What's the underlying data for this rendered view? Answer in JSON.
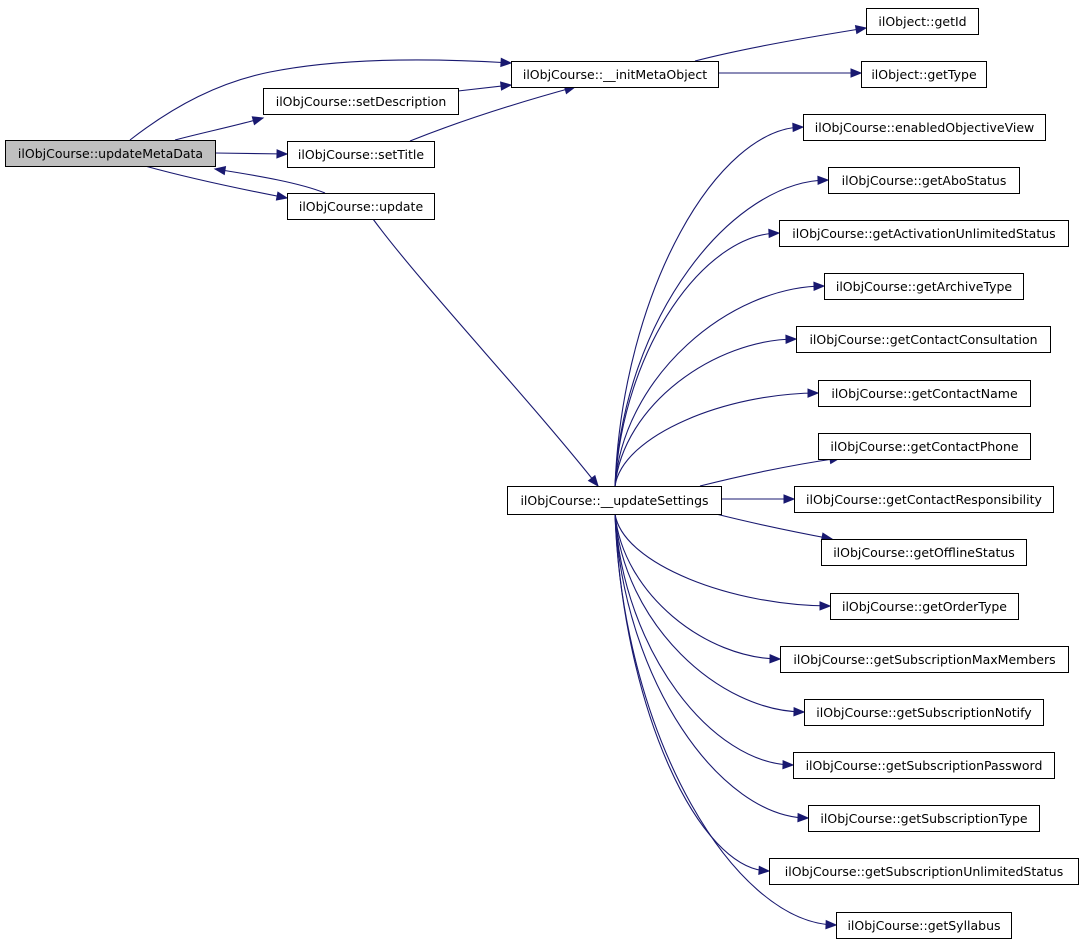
{
  "colors": {
    "edge": "#191970",
    "root_fill": "#bfbfbf",
    "node_fill": "#ffffff",
    "node_border": "#000000"
  },
  "nodes": [
    {
      "id": "updateMetaData",
      "label": "ilObjCourse::updateMetaData",
      "root": true
    },
    {
      "id": "initMetaObject",
      "label": "ilObjCourse::__initMetaObject"
    },
    {
      "id": "setDescription",
      "label": "ilObjCourse::setDescription"
    },
    {
      "id": "setTitle",
      "label": "ilObjCourse::setTitle"
    },
    {
      "id": "update",
      "label": "ilObjCourse::update"
    },
    {
      "id": "getId",
      "label": "ilObject::getId"
    },
    {
      "id": "getType",
      "label": "ilObject::getType"
    },
    {
      "id": "updateSettings",
      "label": "ilObjCourse::__updateSettings"
    },
    {
      "id": "enabledObjectiveView",
      "label": "ilObjCourse::enabledObjectiveView"
    },
    {
      "id": "getAboStatus",
      "label": "ilObjCourse::getAboStatus"
    },
    {
      "id": "getActivationUnlimitedStatus",
      "label": "ilObjCourse::getActivationUnlimitedStatus"
    },
    {
      "id": "getArchiveType",
      "label": "ilObjCourse::getArchiveType"
    },
    {
      "id": "getContactConsultation",
      "label": "ilObjCourse::getContactConsultation"
    },
    {
      "id": "getContactName",
      "label": "ilObjCourse::getContactName"
    },
    {
      "id": "getContactPhone",
      "label": "ilObjCourse::getContactPhone"
    },
    {
      "id": "getContactResponsibility",
      "label": "ilObjCourse::getContactResponsibility"
    },
    {
      "id": "getOfflineStatus",
      "label": "ilObjCourse::getOfflineStatus"
    },
    {
      "id": "getOrderType",
      "label": "ilObjCourse::getOrderType"
    },
    {
      "id": "getSubscriptionMaxMembers",
      "label": "ilObjCourse::getSubscriptionMaxMembers"
    },
    {
      "id": "getSubscriptionNotify",
      "label": "ilObjCourse::getSubscriptionNotify"
    },
    {
      "id": "getSubscriptionPassword",
      "label": "ilObjCourse::getSubscriptionPassword"
    },
    {
      "id": "getSubscriptionType",
      "label": "ilObjCourse::getSubscriptionType"
    },
    {
      "id": "getSubscriptionUnlimitedStatus",
      "label": "ilObjCourse::getSubscriptionUnlimitedStatus"
    },
    {
      "id": "getSyllabus",
      "label": "ilObjCourse::getSyllabus"
    }
  ],
  "edges": [
    {
      "from": "updateMetaData",
      "to": "initMetaObject"
    },
    {
      "from": "updateMetaData",
      "to": "setDescription"
    },
    {
      "from": "updateMetaData",
      "to": "setTitle"
    },
    {
      "from": "updateMetaData",
      "to": "update"
    },
    {
      "from": "update",
      "to": "updateMetaData"
    },
    {
      "from": "setDescription",
      "to": "initMetaObject"
    },
    {
      "from": "setTitle",
      "to": "initMetaObject"
    },
    {
      "from": "initMetaObject",
      "to": "getId"
    },
    {
      "from": "initMetaObject",
      "to": "getType"
    },
    {
      "from": "update",
      "to": "updateSettings"
    },
    {
      "from": "updateSettings",
      "to": "enabledObjectiveView"
    },
    {
      "from": "updateSettings",
      "to": "getAboStatus"
    },
    {
      "from": "updateSettings",
      "to": "getActivationUnlimitedStatus"
    },
    {
      "from": "updateSettings",
      "to": "getArchiveType"
    },
    {
      "from": "updateSettings",
      "to": "getContactConsultation"
    },
    {
      "from": "updateSettings",
      "to": "getContactName"
    },
    {
      "from": "updateSettings",
      "to": "getContactPhone"
    },
    {
      "from": "updateSettings",
      "to": "getContactResponsibility"
    },
    {
      "from": "updateSettings",
      "to": "getOfflineStatus"
    },
    {
      "from": "updateSettings",
      "to": "getOrderType"
    },
    {
      "from": "updateSettings",
      "to": "getSubscriptionMaxMembers"
    },
    {
      "from": "updateSettings",
      "to": "getSubscriptionNotify"
    },
    {
      "from": "updateSettings",
      "to": "getSubscriptionPassword"
    },
    {
      "from": "updateSettings",
      "to": "getSubscriptionType"
    },
    {
      "from": "updateSettings",
      "to": "getSubscriptionUnlimitedStatus"
    },
    {
      "from": "updateSettings",
      "to": "getSyllabus"
    }
  ]
}
